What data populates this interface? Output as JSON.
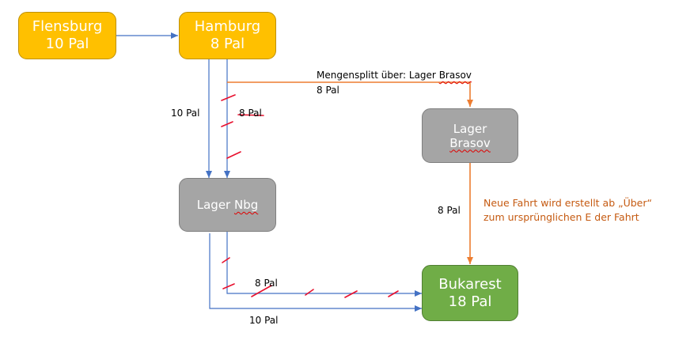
{
  "nodes": {
    "flensburg": {
      "name": "Flensburg",
      "qty": "10 Pal"
    },
    "hamburg": {
      "name": "Hamburg",
      "qty": "8 Pal"
    },
    "lager_brasov": {
      "line1": "Lager",
      "line2": "Brasov"
    },
    "lager_nbg": {
      "prefix": "Lager ",
      "suffix": "Nbg"
    },
    "bukarest": {
      "name": "Bukarest",
      "qty": "18 Pal"
    }
  },
  "labels": {
    "split_title_prefix": "Mengensplitt über: Lager ",
    "split_title_suffix": "Brasov",
    "split_qty": "8 Pal",
    "hamburg_nbg_left": "10 Pal",
    "hamburg_nbg_right_struck": "8 Pal",
    "brasov_bukarest": "8 Pal",
    "nbg_bukarest_upper": "8 Pal",
    "nbg_bukarest_lower": "10 Pal",
    "note_line1": "Neue Fahrt wird erstellt ab „Über“",
    "note_line2": "zum ursprünglichen E der Fahrt"
  },
  "colors": {
    "blue_line": "#4472C4",
    "orange_line": "#ED7D31",
    "strike_red": "#E8102E",
    "yellow": "#FFC000",
    "gray": "#A5A5A5",
    "green": "#70AD47",
    "note": "#C55A11"
  }
}
